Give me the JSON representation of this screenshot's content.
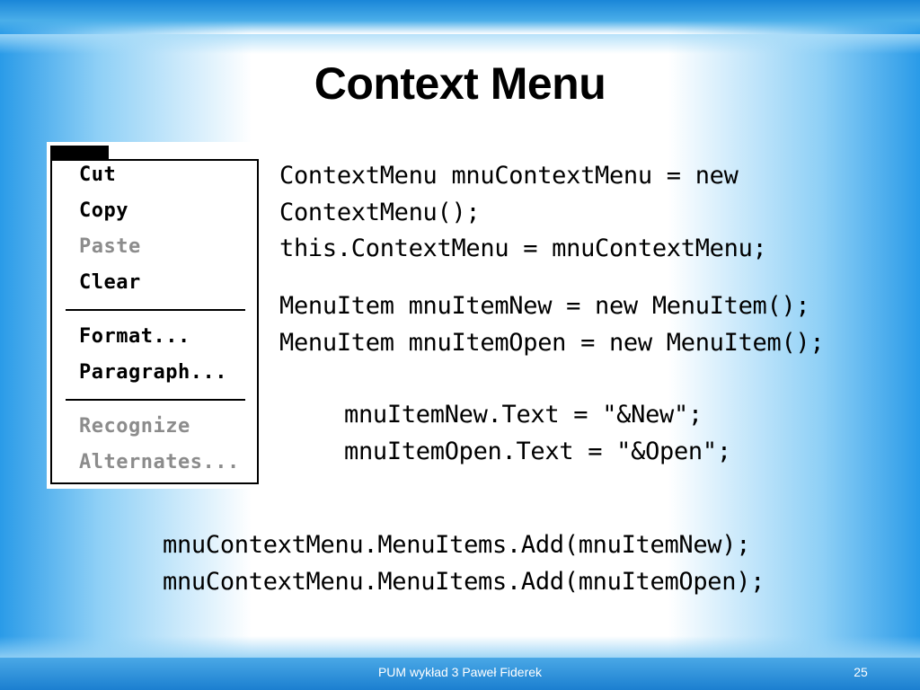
{
  "slide": {
    "title": "Context Menu",
    "footer": "PUM wykład 3 Paweł Fiderek",
    "page_number": "25"
  },
  "context_menu": {
    "items": [
      {
        "label": "Cut",
        "enabled": true
      },
      {
        "label": "Copy",
        "enabled": true
      },
      {
        "label": "Paste",
        "enabled": false
      },
      {
        "label": "Clear",
        "enabled": true
      },
      {
        "label": "Format...",
        "enabled": true
      },
      {
        "label": "Paragraph...",
        "enabled": true
      },
      {
        "label": "Recognize",
        "enabled": false
      },
      {
        "label": "Alternates...",
        "enabled": false
      }
    ]
  },
  "code": {
    "lines": [
      "ContextMenu mnuContextMenu = new",
      "ContextMenu();",
      "this.ContextMenu = mnuContextMenu;",
      "MenuItem mnuItemNew = new MenuItem();",
      "MenuItem mnuItemOpen = new MenuItem();",
      "mnuItemNew.Text = \"&New\";",
      "mnuItemOpen.Text = \"&Open\";",
      "mnuContextMenu.MenuItems.Add(mnuItemNew);",
      "mnuContextMenu.MenuItems.Add(mnuItemOpen);"
    ]
  },
  "colors": {
    "accent_blue": "#1b7fd0",
    "disabled_text": "#8c8c8c"
  }
}
